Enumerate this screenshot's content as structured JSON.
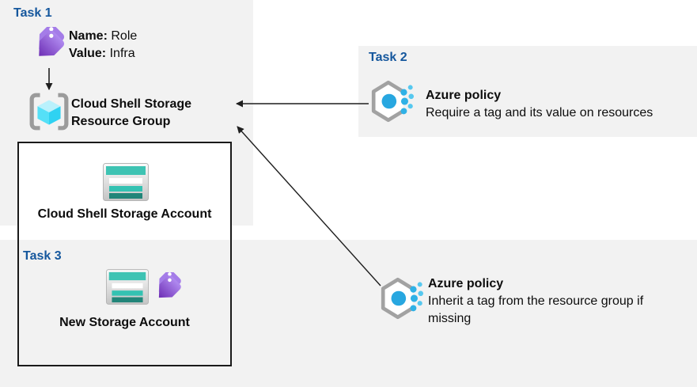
{
  "colors": {
    "panel_bg": "#f2f2f2",
    "heading_blue": "#15579d",
    "box_border": "#1a1a1a",
    "arrow": "#1f1f1f",
    "tag_purple": "#8a4fd6",
    "policy_blue": "#28a7e0",
    "storage_teal": "#3ec3b3",
    "storage_teal_dark": "#218579",
    "cube_cyan": "#50e6ff"
  },
  "task1": {
    "label": "Task 1",
    "tag_lines": [
      {
        "label": "Name:",
        "value": "Role"
      },
      {
        "label": "Value:",
        "value": "Infra"
      }
    ],
    "resource_group_line1": "Cloud Shell Storage",
    "resource_group_line2": "Resource Group"
  },
  "task2": {
    "label": "Task 2",
    "policy_title": "Azure policy",
    "policy_description": "Require a tag and its value on resources"
  },
  "task3": {
    "label": "Task 3",
    "new_storage_label": "New Storage Account"
  },
  "resource_group_box": {
    "cloud_shell_storage_label": "Cloud Shell Storage Account"
  },
  "inherit_policy": {
    "policy_title": "Azure policy",
    "policy_description": "Inherit a tag from the resource group if missing"
  },
  "icons": {
    "tag": "tag-icon",
    "resource_group": "resource-group-icon",
    "azure_policy": "policy-icon",
    "storage_account": "storage-account-icon"
  }
}
